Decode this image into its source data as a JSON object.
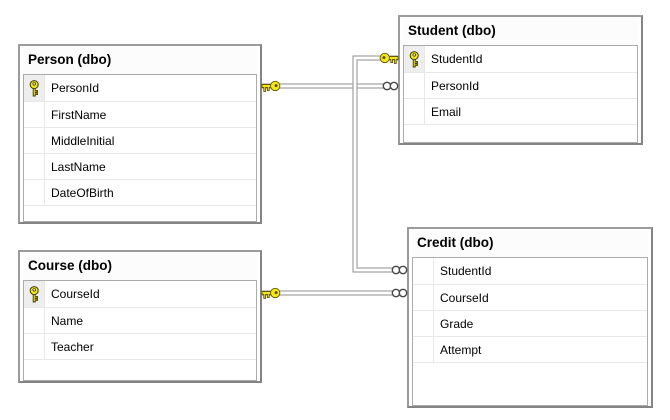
{
  "canvas": {
    "background": "#ffffff"
  },
  "palette": {
    "key_yellow": "#f5e61a",
    "key_outline": "#5f5600",
    "connector_gray": "#8f8f8f",
    "table_border": "#9b9b9b",
    "grid_border": "#ababab",
    "row_separator": "#e8e8e8",
    "pk_cell_bg": "#eeeeee",
    "text": "#000000"
  },
  "diagram": {
    "tables": [
      {
        "title": "Person (dbo)",
        "columns": [
          {
            "name": "PersonId",
            "pk": true
          },
          {
            "name": "FirstName",
            "pk": false
          },
          {
            "name": "MiddleInitial",
            "pk": false
          },
          {
            "name": "LastName",
            "pk": false
          },
          {
            "name": "DateOfBirth",
            "pk": false
          }
        ]
      },
      {
        "title": "Student (dbo)",
        "columns": [
          {
            "name": "StudentId",
            "pk": true
          },
          {
            "name": "PersonId",
            "pk": false
          },
          {
            "name": "Email",
            "pk": false
          }
        ]
      },
      {
        "title": "Course (dbo)",
        "columns": [
          {
            "name": "CourseId",
            "pk": true
          },
          {
            "name": "Name",
            "pk": false
          },
          {
            "name": "Teacher",
            "pk": false
          }
        ]
      },
      {
        "title": "Credit (dbo)",
        "columns": [
          {
            "name": "StudentId",
            "pk": false
          },
          {
            "name": "CourseId",
            "pk": false
          },
          {
            "name": "Grade",
            "pk": false
          },
          {
            "name": "Attempt",
            "pk": false
          }
        ]
      }
    ],
    "relations": [
      {
        "one": "Person.PersonId",
        "many": "Student.PersonId"
      },
      {
        "one": "Student.StudentId",
        "many": "Credit.StudentId"
      },
      {
        "one": "Course.CourseId",
        "many": "Credit.CourseId"
      }
    ]
  }
}
